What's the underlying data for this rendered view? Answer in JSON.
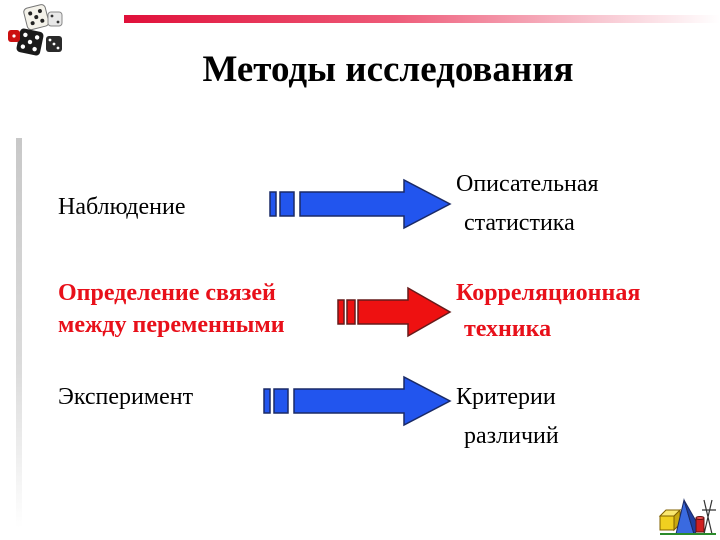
{
  "title": "Методы исследования",
  "rows": [
    {
      "method": "Наблюдение",
      "result_line1": "Описательная",
      "result_line2": "статистика",
      "arrow_color": "#2255ee"
    },
    {
      "method_line1": "Определение связей",
      "method_line2": "между переменными",
      "result_line1": "Корреляционная",
      "result_line2": "техника",
      "arrow_color": "#ee1111",
      "emphasis_color": "#e8101a"
    },
    {
      "method": "Эксперимент",
      "result_line1": "Критерии",
      "result_line2": "различий",
      "arrow_color": "#2255ee"
    }
  ],
  "icons": {
    "top_left": "dice-icon",
    "bottom_right": "geometry-shapes-icon"
  }
}
